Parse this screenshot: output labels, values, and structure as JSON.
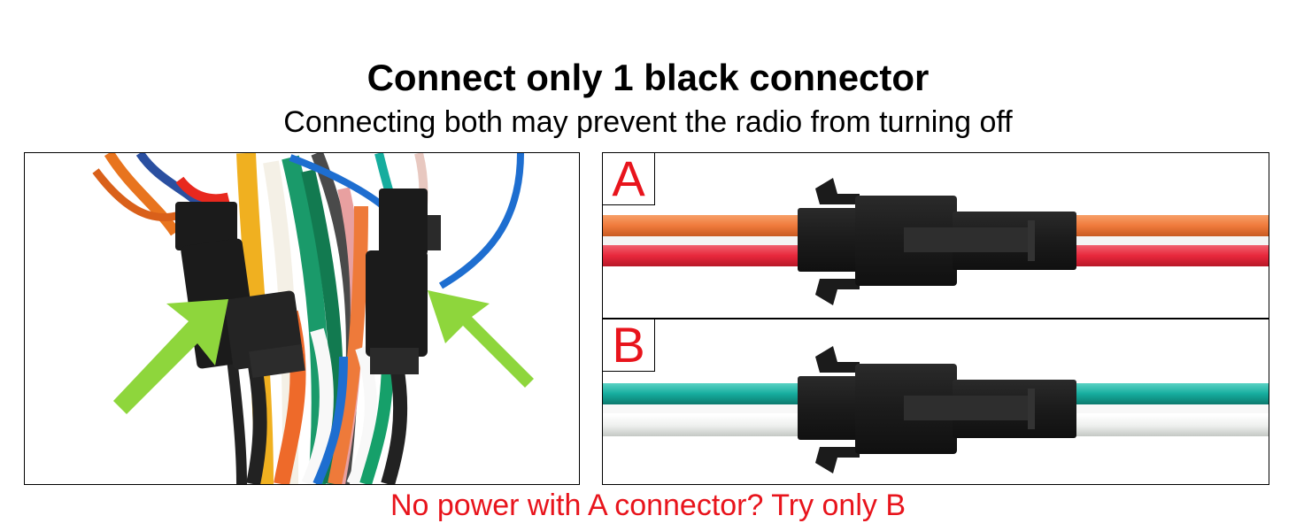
{
  "heading": {
    "title": "Connect only 1 black connector",
    "subtitle": "Connecting both may prevent the radio from turning off"
  },
  "panels": {
    "a": {
      "label": "A",
      "wire_colors": [
        "#f07a3c",
        "#e8283c"
      ]
    },
    "b": {
      "label": "B",
      "wire_colors": [
        "#16ad9e",
        "#f2f4f2"
      ]
    }
  },
  "footer": {
    "note": "No power with A connector? Try only B"
  },
  "colors": {
    "label_red": "#e8141c",
    "arrow_green": "#8ed63c",
    "connector_black": "#1b1b1b"
  }
}
